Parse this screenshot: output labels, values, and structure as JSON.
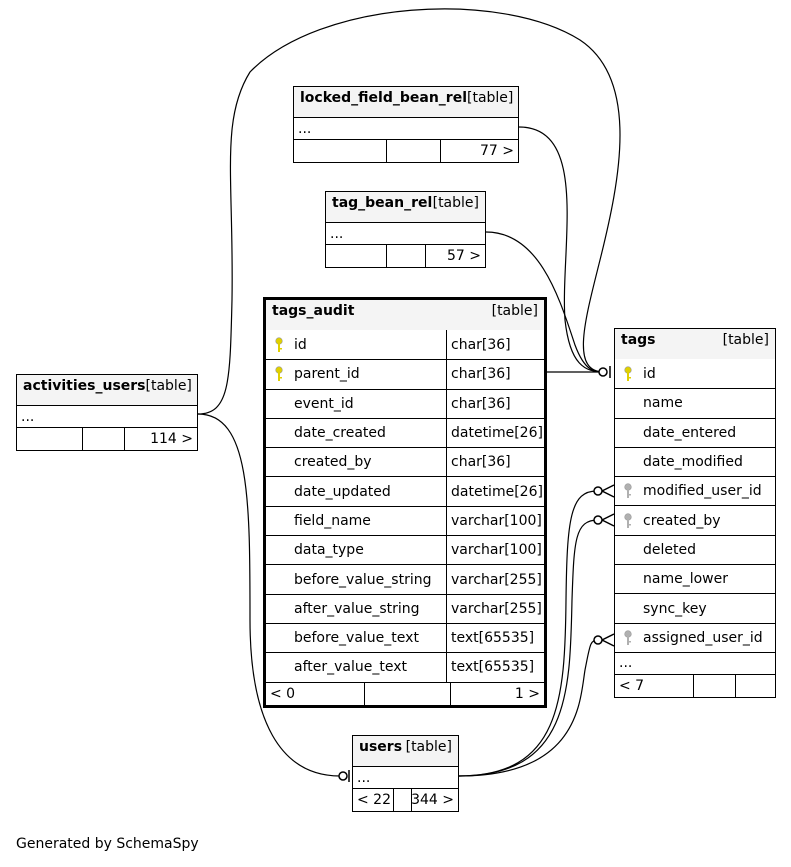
{
  "tables": {
    "locked_field_bean_rel": {
      "name": "locked_field_bean_rel",
      "tag": "[table]",
      "ellipsis": "...",
      "parents": "",
      "children": "77 >"
    },
    "tag_bean_rel": {
      "name": "tag_bean_rel",
      "tag": "[table]",
      "ellipsis": "...",
      "parents": "",
      "children": "57 >"
    },
    "activities_users": {
      "name": "activities_users",
      "tag": "[table]",
      "ellipsis": "...",
      "parents": "",
      "children": "114 >"
    },
    "tags_audit": {
      "name": "tags_audit",
      "tag": "[table]",
      "columns": [
        {
          "name": "id",
          "type": "char[36]",
          "key": "primary"
        },
        {
          "name": "parent_id",
          "type": "char[36]",
          "key": "primary"
        },
        {
          "name": "event_id",
          "type": "char[36]",
          "key": ""
        },
        {
          "name": "date_created",
          "type": "datetime[26]",
          "key": ""
        },
        {
          "name": "created_by",
          "type": "char[36]",
          "key": ""
        },
        {
          "name": "date_updated",
          "type": "datetime[26]",
          "key": ""
        },
        {
          "name": "field_name",
          "type": "varchar[100]",
          "key": ""
        },
        {
          "name": "data_type",
          "type": "varchar[100]",
          "key": ""
        },
        {
          "name": "before_value_string",
          "type": "varchar[255]",
          "key": ""
        },
        {
          "name": "after_value_string",
          "type": "varchar[255]",
          "key": ""
        },
        {
          "name": "before_value_text",
          "type": "text[65535]",
          "key": ""
        },
        {
          "name": "after_value_text",
          "type": "text[65535]",
          "key": ""
        }
      ],
      "parents": "< 0",
      "children": "1 >"
    },
    "tags": {
      "name": "tags",
      "tag": "[table]",
      "columns": [
        {
          "name": "id",
          "key": "primary"
        },
        {
          "name": "name",
          "key": ""
        },
        {
          "name": "date_entered",
          "key": ""
        },
        {
          "name": "date_modified",
          "key": ""
        },
        {
          "name": "modified_user_id",
          "key": "foreign"
        },
        {
          "name": "created_by",
          "key": "foreign"
        },
        {
          "name": "deleted",
          "key": ""
        },
        {
          "name": "name_lower",
          "key": ""
        },
        {
          "name": "sync_key",
          "key": ""
        },
        {
          "name": "assigned_user_id",
          "key": "foreign"
        }
      ],
      "ellipsis": "...",
      "parents": "< 7",
      "children": ""
    },
    "users": {
      "name": "users",
      "tag": "[table]",
      "ellipsis": "...",
      "parents": "< 22",
      "children": "344 >"
    }
  },
  "colors": {
    "primary_key": "#e0d000",
    "foreign_key": "#b0b0b0",
    "header_bg": "#f4f4f4"
  },
  "footer_note": "Generated by SchemaSpy"
}
